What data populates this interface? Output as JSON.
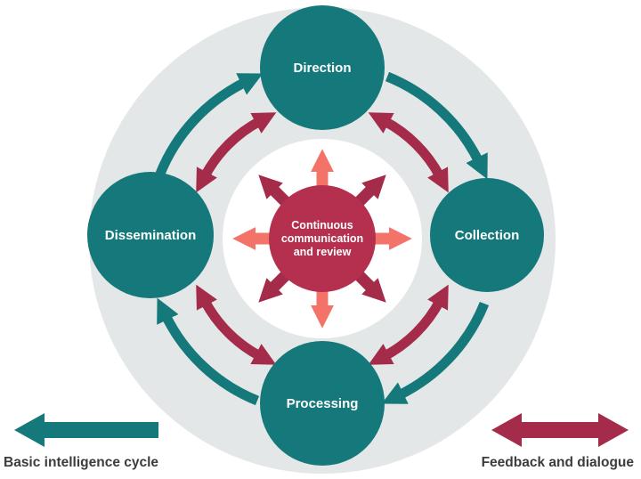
{
  "colors": {
    "teal": "#15787a",
    "crimson": "#a52b4b",
    "center_circle": "#b5304f",
    "salmon": "#f47368",
    "ring_gray": "#e4e7e7",
    "inner_white": "#ffffff",
    "label_text": "#ffffff",
    "legend_text": "#3c3c3b"
  },
  "nodes": [
    {
      "id": "direction",
      "label": "Direction"
    },
    {
      "id": "collection",
      "label": "Collection"
    },
    {
      "id": "processing",
      "label": "Processing"
    },
    {
      "id": "dissemination",
      "label": "Dissemination"
    }
  ],
  "center": {
    "lines": [
      "Continuous",
      "communication",
      "and review"
    ]
  },
  "legend": {
    "basic_cycle": "Basic intelligence cycle",
    "feedback": "Feedback and dialogue"
  }
}
